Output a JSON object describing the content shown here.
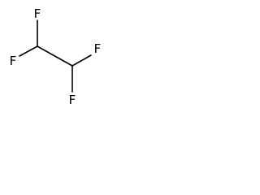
{
  "structure": {
    "atoms": {
      "f_top_left": "F",
      "f_left": "F",
      "f_right": "F",
      "f_bottom_right": "F"
    }
  }
}
